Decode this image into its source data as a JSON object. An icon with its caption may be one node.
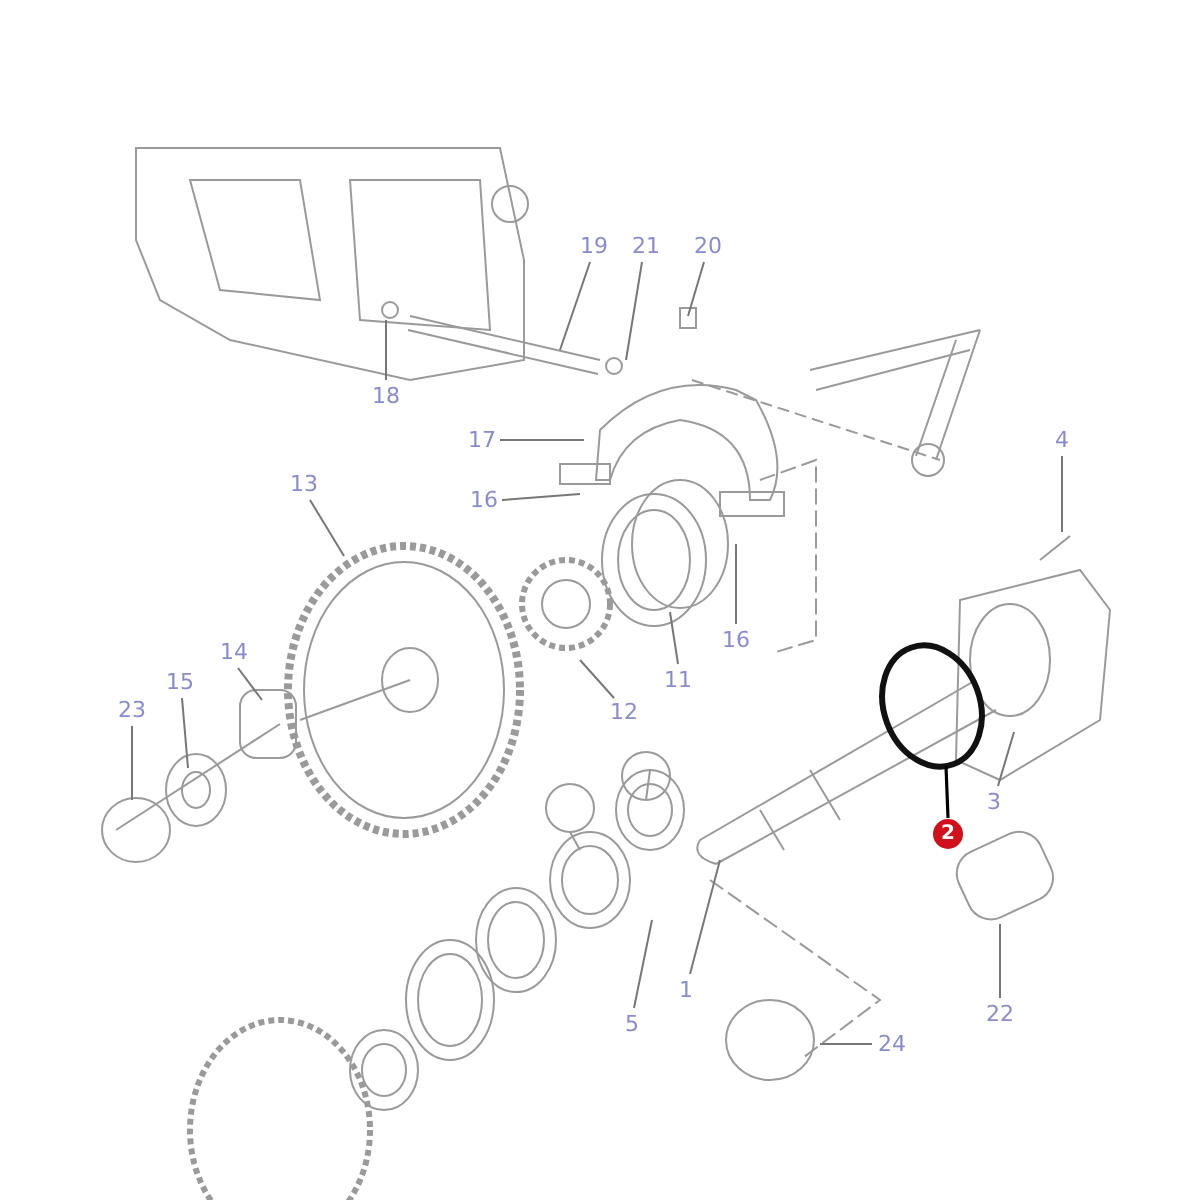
{
  "diagram": {
    "nodes": [
      {
        "text": [
          "19"
        ]
      },
      {
        "text": [
          "21"
        ]
      },
      {
        "text": [
          "20"
        ]
      },
      {
        "text": [
          "18"
        ]
      },
      {
        "text": [
          "17"
        ]
      },
      {
        "text": [
          "4"
        ]
      },
      {
        "text": [
          "16"
        ]
      },
      {
        "text": [
          "13"
        ]
      },
      {
        "text": [
          "16"
        ]
      },
      {
        "text": [
          "11"
        ]
      },
      {
        "text": [
          "12"
        ]
      },
      {
        "text": [
          "14"
        ]
      },
      {
        "text": [
          "15"
        ]
      },
      {
        "text": [
          "23"
        ]
      },
      {
        "text": [
          "3"
        ]
      },
      {
        "text": [
          "2"
        ]
      },
      {
        "text": [
          "1"
        ]
      },
      {
        "text": [
          "22"
        ]
      },
      {
        "text": [
          "5"
        ]
      },
      {
        "text": [
          "24"
        ]
      }
    ],
    "edges": [
      {
        "from": 0,
        "to": null,
        "arrow": "none"
      },
      {
        "from": 1,
        "to": null,
        "arrow": "none"
      },
      {
        "from": 2,
        "to": null,
        "arrow": "none"
      },
      {
        "from": 3,
        "to": null,
        "arrow": "none"
      },
      {
        "from": 4,
        "to": null,
        "arrow": "none"
      },
      {
        "from": 5,
        "to": null,
        "arrow": "none"
      },
      {
        "from": 6,
        "to": null,
        "arrow": "none"
      },
      {
        "from": 7,
        "to": null,
        "arrow": "none"
      },
      {
        "from": 8,
        "to": null,
        "arrow": "none"
      },
      {
        "from": 9,
        "to": null,
        "arrow": "none"
      },
      {
        "from": 10,
        "to": null,
        "arrow": "none"
      },
      {
        "from": 11,
        "to": null,
        "arrow": "none"
      },
      {
        "from": 12,
        "to": null,
        "arrow": "none"
      },
      {
        "from": 13,
        "to": null,
        "arrow": "none"
      },
      {
        "from": 14,
        "to": null,
        "arrow": "none"
      },
      {
        "from": 15,
        "to": null,
        "arrow": "none",
        "color": "#000000"
      },
      {
        "from": 16,
        "to": null,
        "arrow": "none"
      },
      {
        "from": 17,
        "to": null,
        "arrow": "none"
      },
      {
        "from": 18,
        "to": null,
        "arrow": "none"
      },
      {
        "from": 19,
        "to": null,
        "arrow": "none"
      }
    ]
  }
}
